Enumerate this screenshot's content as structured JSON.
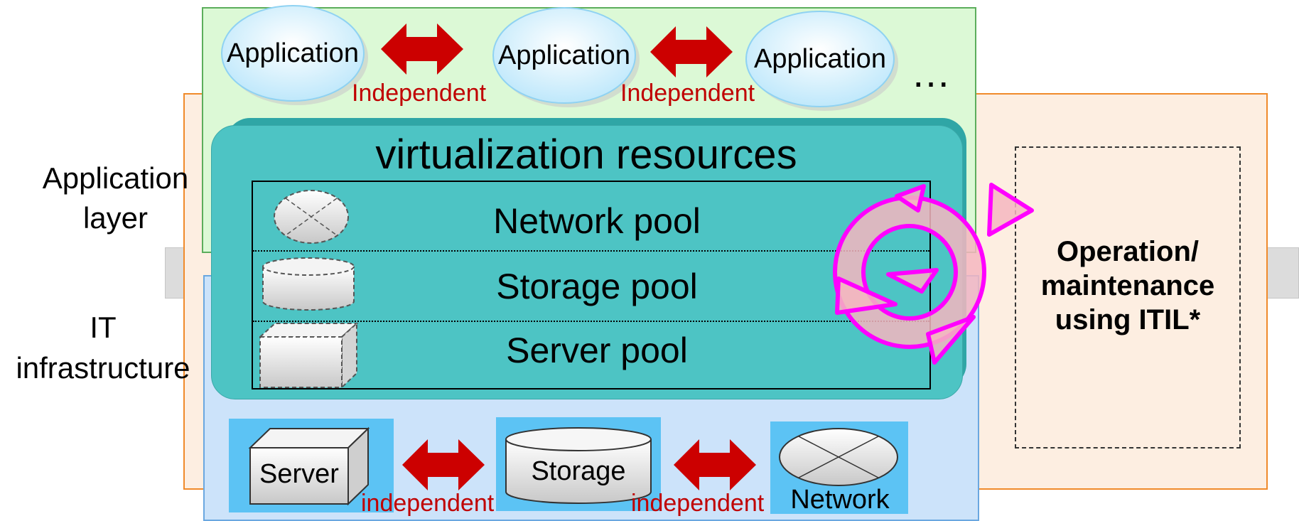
{
  "labels": {
    "application_layer": [
      "Application",
      "layer"
    ],
    "it_infrastructure": [
      "IT",
      "infrastructure"
    ],
    "virtualization": "virtualization resources",
    "network_pool": "Network pool",
    "storage_pool": "Storage pool",
    "server_pool": "Server pool",
    "operation": [
      "Operation/",
      "maintenance",
      "using ITIL*"
    ],
    "ellipsis": "…"
  },
  "applications": [
    "Application",
    "Application",
    "Application"
  ],
  "app_links": [
    "Independent",
    "Independent"
  ],
  "infra_devices": [
    "Server",
    "Storage",
    "Network"
  ],
  "infra_links": [
    "independent",
    "independent"
  ],
  "colors": {
    "app_panel": "#dcf9d6",
    "infra_panel": "#cce3fa",
    "ops_panel": "#fdeee1",
    "virt_box": "#4dc4c4",
    "arrow_red": "#cc0000",
    "cycle_magenta": "#ff00ff",
    "cycle_fill": "#f4b6bf"
  }
}
